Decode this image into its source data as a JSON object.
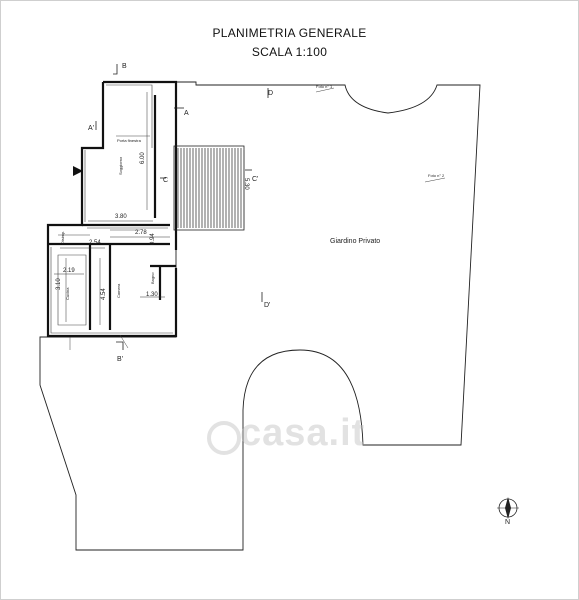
{
  "title": {
    "line1": "PLANIMETRIA GENERALE",
    "line2": "SCALA 1:100"
  },
  "garden_label": "Giardino Privato",
  "photo_labels": [
    "Foto n° 1",
    "Foto n° 2"
  ],
  "section_markers": {
    "a": "A",
    "a_prime": "A'",
    "b": "B",
    "b_prime": "B'",
    "c": "C",
    "c_prime": "C'",
    "d": "D",
    "d_prime": "D'"
  },
  "dimensions": {
    "d_380": "3.80",
    "d_278": "2.78",
    "d_254": "2.54",
    "d_219": "2.19",
    "d_130": "1.30",
    "d_600": "6.00",
    "d_530": "5.30",
    "d_450": "4.54",
    "d_310": "3.10",
    "d_094": "0.94"
  },
  "room_labels": {
    "porta": "Porta finestra",
    "soggiorno": "Soggiorno",
    "cucina": "Cucina",
    "camera": "Camera",
    "bagno": "Bagno",
    "disimpegno": "Disimp."
  },
  "compass_label": "N",
  "watermark": "casa.it"
}
